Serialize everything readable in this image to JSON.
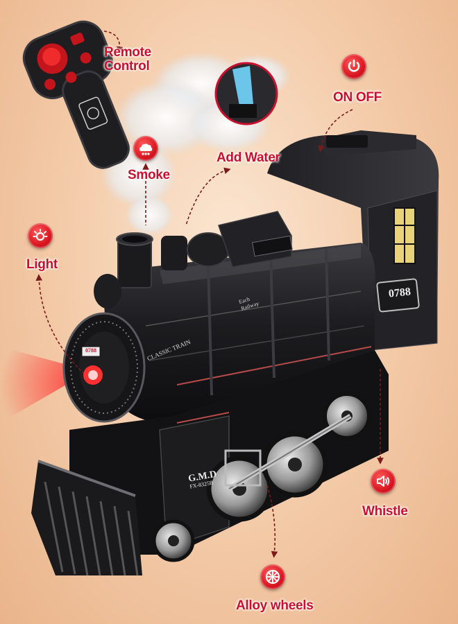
{
  "labels": {
    "remote_control": "Remote\nControl",
    "add_water": "Add Water",
    "on_off": "ON OFF",
    "smoke": "Smoke",
    "light": "Light",
    "whistle": "Whistle",
    "alloy_wheels": "Alloy wheels"
  },
  "train": {
    "number": "0788",
    "brand": "G.M.D",
    "model": "FX-8325B",
    "side_text": "CLASSIC TRAIN",
    "front_plate": "0788",
    "each_railway": "Each Railway"
  },
  "icons": [
    "light-icon",
    "smoke-icon",
    "power-icon",
    "speaker-icon",
    "wheel-icon"
  ],
  "colors": {
    "accent_red": "#d8141f",
    "label_red": "#c8102e",
    "train_black": "#1b1b1d",
    "background": "#f3c9a6"
  }
}
